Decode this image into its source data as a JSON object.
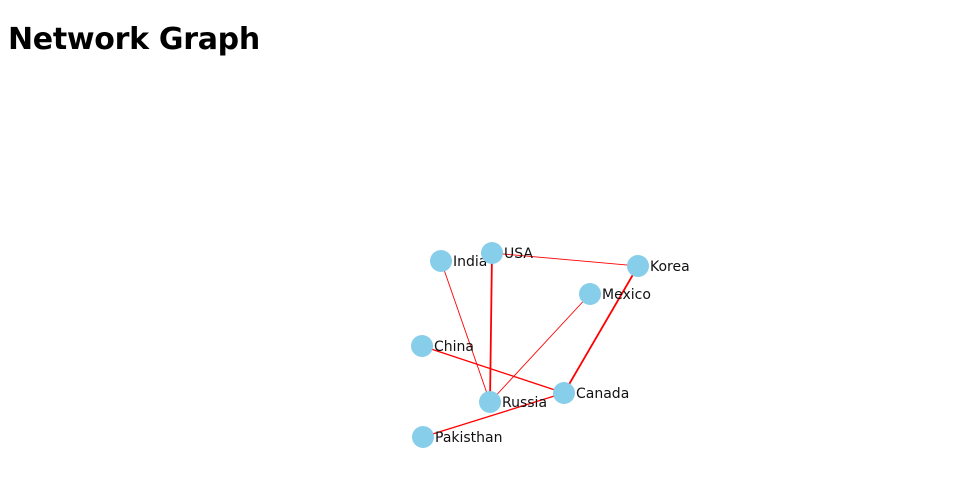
{
  "page": {
    "title": "Network Graph"
  },
  "colors": {
    "node_fill": "#87ceeb",
    "edge_stroke": "#ff0000",
    "label_text": "#111111",
    "background": "#ffffff"
  },
  "graph": {
    "nodes": [
      {
        "id": "India",
        "label": "India"
      },
      {
        "id": "USA",
        "label": "USA"
      },
      {
        "id": "Korea",
        "label": "Korea"
      },
      {
        "id": "Mexico",
        "label": "Mexico"
      },
      {
        "id": "China",
        "label": "China"
      },
      {
        "id": "Canada",
        "label": "Canada"
      },
      {
        "id": "Russia",
        "label": "Russia"
      },
      {
        "id": "Pakisthan",
        "label": "Pakisthan"
      }
    ],
    "edges": [
      {
        "source": "USA",
        "target": "Korea",
        "weight": 1
      },
      {
        "source": "India",
        "target": "Russia",
        "weight": 1
      },
      {
        "source": "USA",
        "target": "Russia",
        "weight": 2
      },
      {
        "source": "Mexico",
        "target": "Russia",
        "weight": 1
      },
      {
        "source": "Korea",
        "target": "Canada",
        "weight": 2
      },
      {
        "source": "China",
        "target": "Canada",
        "weight": 1.5
      },
      {
        "source": "Pakisthan",
        "target": "Canada",
        "weight": 1.5
      }
    ]
  }
}
